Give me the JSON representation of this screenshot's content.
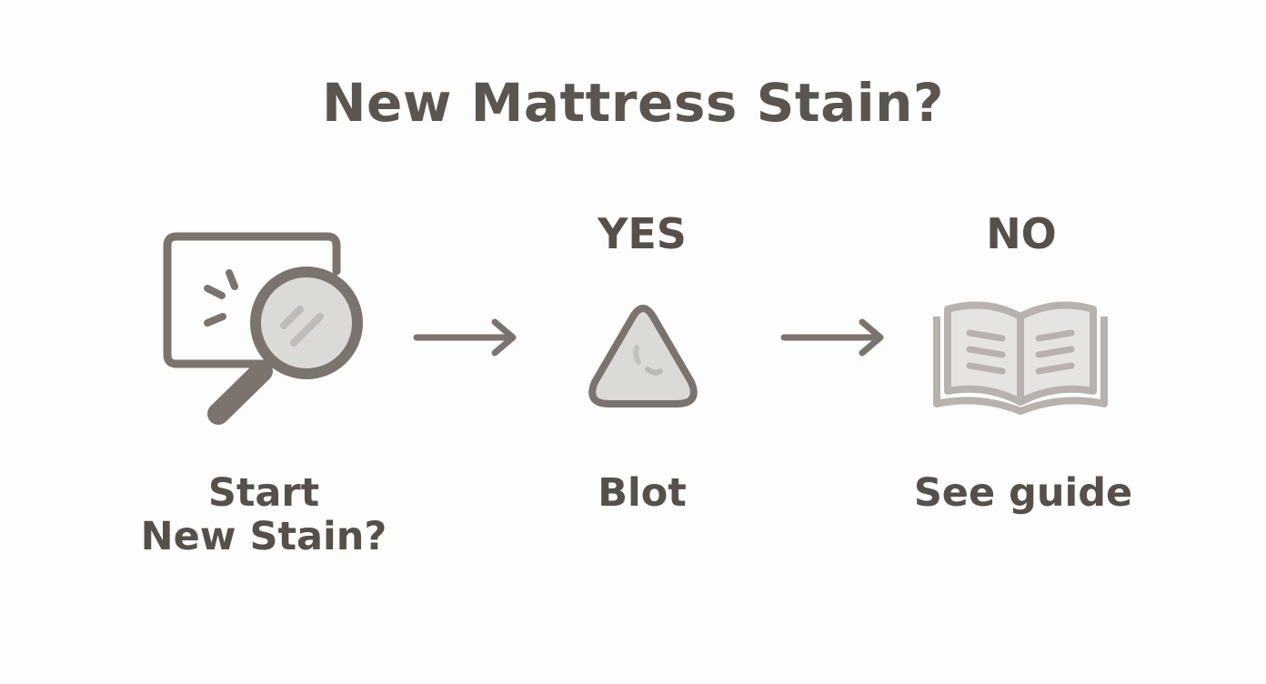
{
  "diagram": {
    "title": "New Mattress Stain?",
    "branches": {
      "yes": "YES",
      "no": "NO"
    },
    "nodes": {
      "start": {
        "line1": "Start",
        "line2": "New Stain?",
        "icon": "magnifying-glass-icon"
      },
      "blot": {
        "label": "Blot",
        "icon": "blot-drop-icon"
      },
      "guide": {
        "label": "See guide",
        "icon": "open-book-icon"
      }
    },
    "colors": {
      "stroke": "#7b746e",
      "fill_light": "#dcdad7",
      "text": "#55504a",
      "book": "#b7b2ae"
    }
  }
}
